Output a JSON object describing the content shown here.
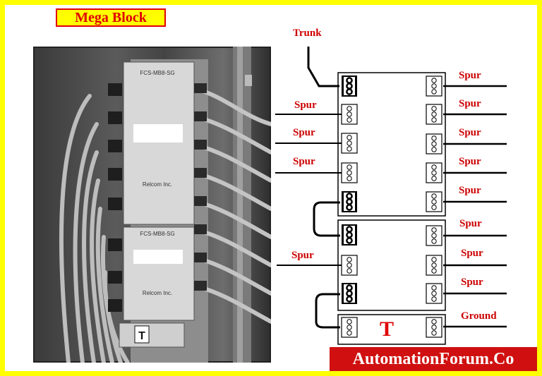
{
  "title": "Mega Block",
  "labels": {
    "trunk": "Trunk",
    "spur": "Spur",
    "ground": "Ground",
    "terminator": "T"
  },
  "photo": {
    "module_text_top": "FCS-MB8-SG",
    "module_text_bottom": "FCS-MB8-SG",
    "maker_top": "Relcom Inc.",
    "maker_bottom": "Relcom Inc.",
    "terminator_badge": "T"
  },
  "watermark": "AutomationForum.Co",
  "colors": {
    "border": "#ffff00",
    "label": "#cc0000",
    "watermark_bg": "#d01010"
  }
}
